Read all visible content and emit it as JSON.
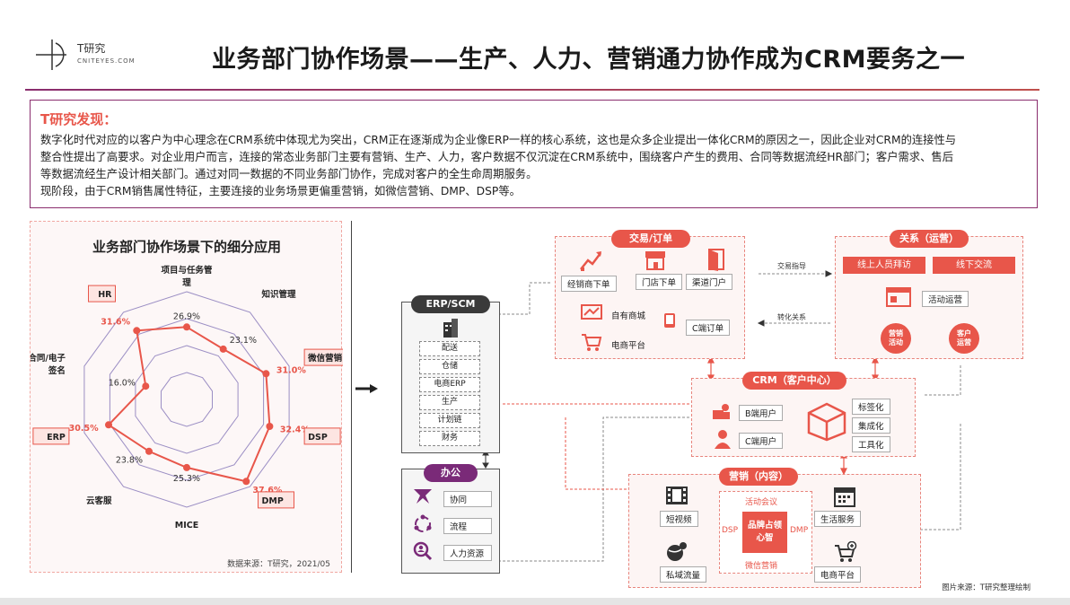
{
  "logo": {
    "name": "T研究",
    "sub": "CNITEYES.COM"
  },
  "title": "业务部门协作场景——生产、人力、营销通力协作成为CRM要务之一",
  "findings": {
    "heading": "T研究发现：",
    "lines": [
      "数字化时代对应的以客户为中心理念在CRM系统中体现尤为突出，CRM正在逐渐成为企业像ERP一样的核心系统，这也是众多企业提出一体化CRM的原因之一，因此企业对CRM的连接性与",
      "整合性提出了高要求。对企业用户而言，连接的常态业务部门主要有营销、生产、人力，客户数据不仅沉淀在CRM系统中，围绕客户产生的费用、合同等数据流经HR部门；客户需求、售后",
      "等数据流经生产设计相关部门。通过对同一数据的不同业务部门协作，完成对客户的全生命周期服务。",
      "现阶段，由于CRM销售属性特征，主要连接的业务场景更偏重营销，如微信营销、DMP、DSP等。"
    ]
  },
  "radar": {
    "title": "业务部门协作场景下的细分应用",
    "source": "数据来源：T研究，2021/05",
    "axes": [
      {
        "label1": "项目与任务管",
        "label2": "理",
        "value": "26.9%",
        "highlight": false
      },
      {
        "label1": "知识管理",
        "label2": "",
        "value": "23.1%",
        "highlight": false
      },
      {
        "label1": "微信营销",
        "label2": "",
        "value": "31.0%",
        "highlight": true
      },
      {
        "label1": "DSP",
        "label2": "",
        "value": "32.4%",
        "highlight": true
      },
      {
        "label1": "DMP",
        "label2": "",
        "value": "37.6%",
        "highlight": true
      },
      {
        "label1": "MICE",
        "label2": "",
        "value": "25.3%",
        "highlight": false
      },
      {
        "label1": "云客服",
        "label2": "",
        "value": "23.8%",
        "highlight": false
      },
      {
        "label1": "ERP",
        "label2": "",
        "value": "30.5%",
        "highlight": true
      },
      {
        "label1": "电子合同/电子",
        "label2": "签名",
        "value": "16.0%",
        "highlight": false
      },
      {
        "label1": "HR",
        "label2": "",
        "value": "31.6%",
        "highlight": true
      }
    ]
  },
  "chart_data": {
    "type": "radar",
    "title": "业务部门协作场景下的细分应用",
    "categories": [
      "项目与任务管理",
      "知识管理",
      "微信营销",
      "DSP",
      "DMP",
      "MICE",
      "云客服",
      "ERP",
      "电子合同/电子签名",
      "HR"
    ],
    "values": [
      26.9,
      23.1,
      31.0,
      32.4,
      37.6,
      25.3,
      23.8,
      30.5,
      16.0,
      31.6
    ],
    "ylim": [
      0,
      40
    ],
    "colors": {
      "series": "#e8564a",
      "grid": "#9b8ec4"
    }
  },
  "erp": {
    "title": "ERP/SCM",
    "items": [
      "配送",
      "仓储",
      "电商ERP",
      "生产",
      "计划链",
      "财务"
    ]
  },
  "office": {
    "title": "办公",
    "items": [
      "协同",
      "流程",
      "人力资源"
    ]
  },
  "trade": {
    "title": "交易/订单",
    "items": [
      "经销商下单",
      "门店下单",
      "渠道门户",
      "自有商城",
      "C端订单",
      "电商平台"
    ]
  },
  "relation": {
    "title": "关系（运营）",
    "btn1": "线上人员拜访",
    "btn2": "线下交流",
    "ops": "活动运营",
    "circle1": "营销活动",
    "circle2": "客户运营"
  },
  "crm": {
    "title": "CRM（客户中心）",
    "b_user": "B端用户",
    "c_user": "C端用户",
    "tags": [
      "标签化",
      "集成化",
      "工具化"
    ]
  },
  "marketing": {
    "title": "营销（内容）",
    "items": [
      "短视频",
      "生活服务",
      "私域流量",
      "电商平台"
    ],
    "center_top": "活动会议",
    "center_bottom": "微信营销",
    "center_left": "DSP",
    "center_right": "DMP",
    "center_main": "品牌占领心智"
  },
  "arrows": {
    "guide": "交易指导",
    "convert": "转化关系"
  },
  "footer": {
    "source": "图片来源：T研究整理绘制"
  },
  "colors": {
    "accent": "#e8564a",
    "purple": "#7a2a78",
    "dark": "#3a3a3a"
  }
}
